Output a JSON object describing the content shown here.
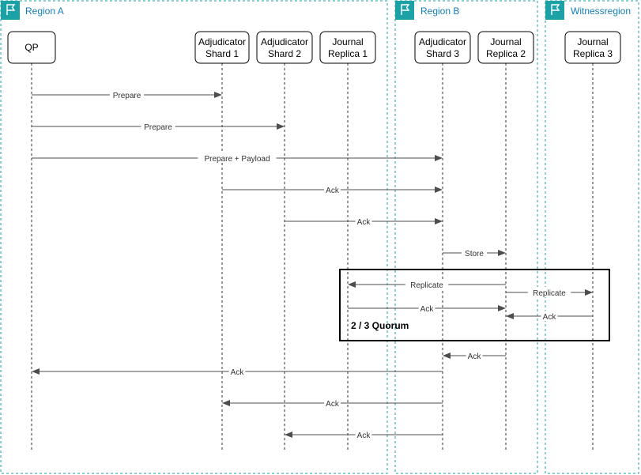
{
  "regions": [
    {
      "id": "a",
      "label": "Region A"
    },
    {
      "id": "b",
      "label": "Region B"
    },
    {
      "id": "w",
      "label": "Witnessregion"
    }
  ],
  "actors": [
    {
      "id": "qp",
      "lines": [
        "QP"
      ]
    },
    {
      "id": "as1",
      "lines": [
        "Adjudicator",
        "Shard 1"
      ]
    },
    {
      "id": "as2",
      "lines": [
        "Adjudicator",
        "Shard 2"
      ]
    },
    {
      "id": "jr1",
      "lines": [
        "Journal",
        "Replica 1"
      ]
    },
    {
      "id": "as3",
      "lines": [
        "Adjudicator",
        "Shard 3"
      ]
    },
    {
      "id": "jr2",
      "lines": [
        "Journal",
        "Replica 2"
      ]
    },
    {
      "id": "jr3",
      "lines": [
        "Journal",
        "Replica 3"
      ]
    }
  ],
  "messages": [
    {
      "from": "qp",
      "to": "as1",
      "label": "Prepare"
    },
    {
      "from": "qp",
      "to": "as2",
      "label": "Prepare"
    },
    {
      "from": "qp",
      "to": "as3",
      "label": "Prepare + Payload"
    },
    {
      "from": "as1",
      "to": "as3",
      "label": "Ack"
    },
    {
      "from": "as2",
      "to": "as3",
      "label": "Ack"
    },
    {
      "from": "as3",
      "to": "jr2",
      "label": "Store"
    },
    {
      "from": "jr2",
      "to": "jr1",
      "label": "Replicate"
    },
    {
      "from": "jr2",
      "to": "jr3",
      "label": "Replicate"
    },
    {
      "from": "jr1",
      "to": "jr2",
      "label": "Ack"
    },
    {
      "from": "jr3",
      "to": "jr2",
      "label": "Ack"
    },
    {
      "from": "jr2",
      "to": "as3",
      "label": "Ack"
    },
    {
      "from": "as3",
      "to": "qp",
      "label": "Ack"
    },
    {
      "from": "as3",
      "to": "as1",
      "label": "Ack"
    },
    {
      "from": "as3",
      "to": "as2",
      "label": "Ack"
    }
  ],
  "quorum": {
    "label": "2 / 3 Quorum"
  },
  "colors": {
    "region_border": "#1ba1a6",
    "region_icon_bg": "#1ba1a6",
    "region_label": "#147eba",
    "actor_border": "#000000",
    "lifeline": "#333333",
    "message": "#4d4d4d",
    "quorum_border": "#000000"
  },
  "icons": {
    "region": "flag-icon"
  }
}
